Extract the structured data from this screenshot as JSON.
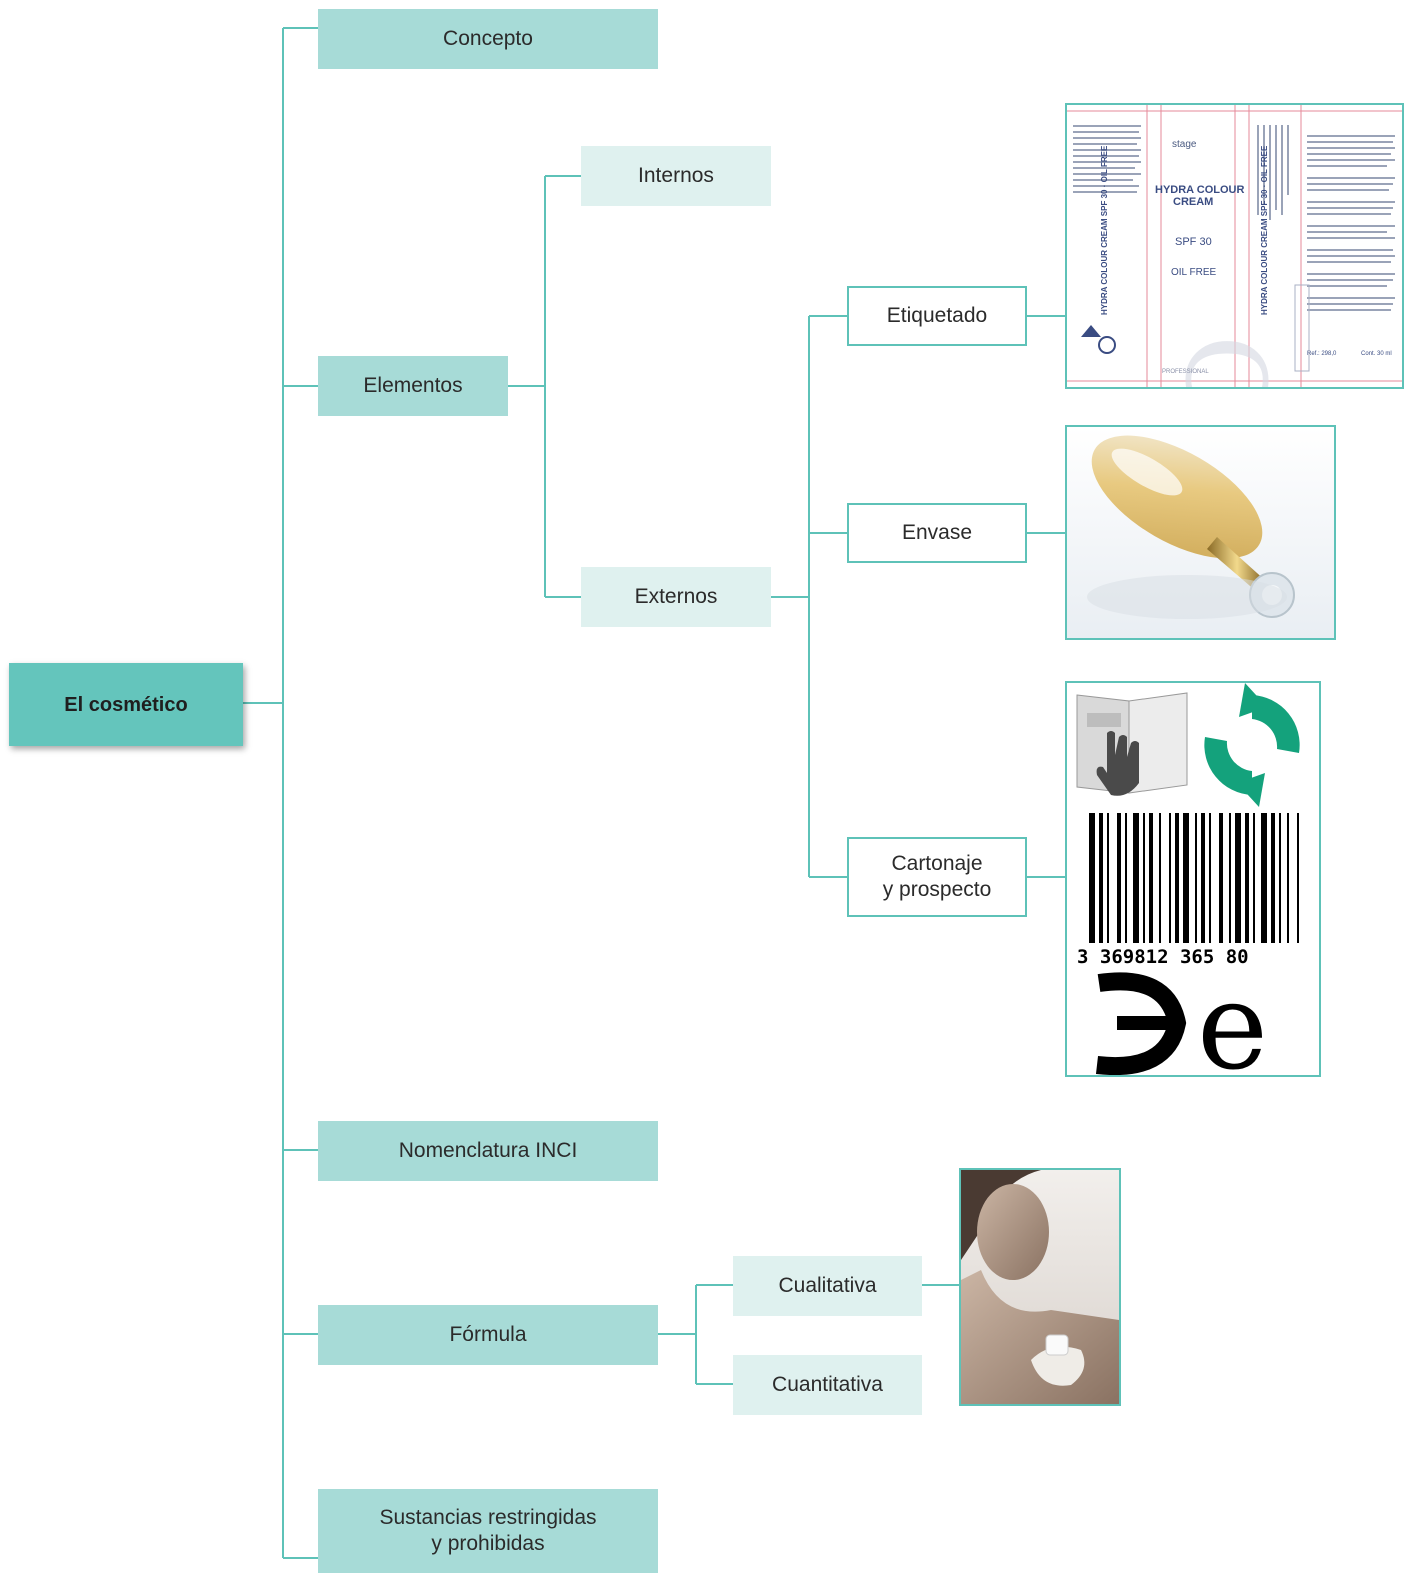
{
  "root": {
    "label": "El cosmético"
  },
  "nodes": {
    "concepto": "Concepto",
    "elementos": "Elementos",
    "internos": "Internos",
    "externos": "Externos",
    "etiquetado": "Etiquetado",
    "envase": "Envase",
    "cartonaje": "Cartonaje\ny prospecto",
    "nomenclatura": "Nomenclatura INCI",
    "formula": "Fórmula",
    "cualitativa": "Cualitativa",
    "cuantitativa": "Cuantitativa",
    "sustancias": "Sustancias restringidas\ny prohibidas"
  },
  "label_image": {
    "brand": "stage",
    "product": "HYDRA COLOUR",
    "product2": "CREAM",
    "spf": "SPF 30",
    "oilfree": "OIL FREE",
    "big": "CREAM",
    "side": "HYDRA COLOUR CREAM SPF 30 · OIL FREE",
    "professional": "PROFESSIONAL",
    "ref": "Ref.: 298,0",
    "cont": "Cont. 30 ml"
  },
  "barcode": {
    "digits": "3 369812 365 80",
    "estimated_symbol": "℮"
  },
  "colors": {
    "line": "#5ec2b8",
    "level1": "#a7dbd7",
    "level2": "#dff1ef",
    "root": "#64c5bc",
    "green_dot": "#14a27c"
  }
}
